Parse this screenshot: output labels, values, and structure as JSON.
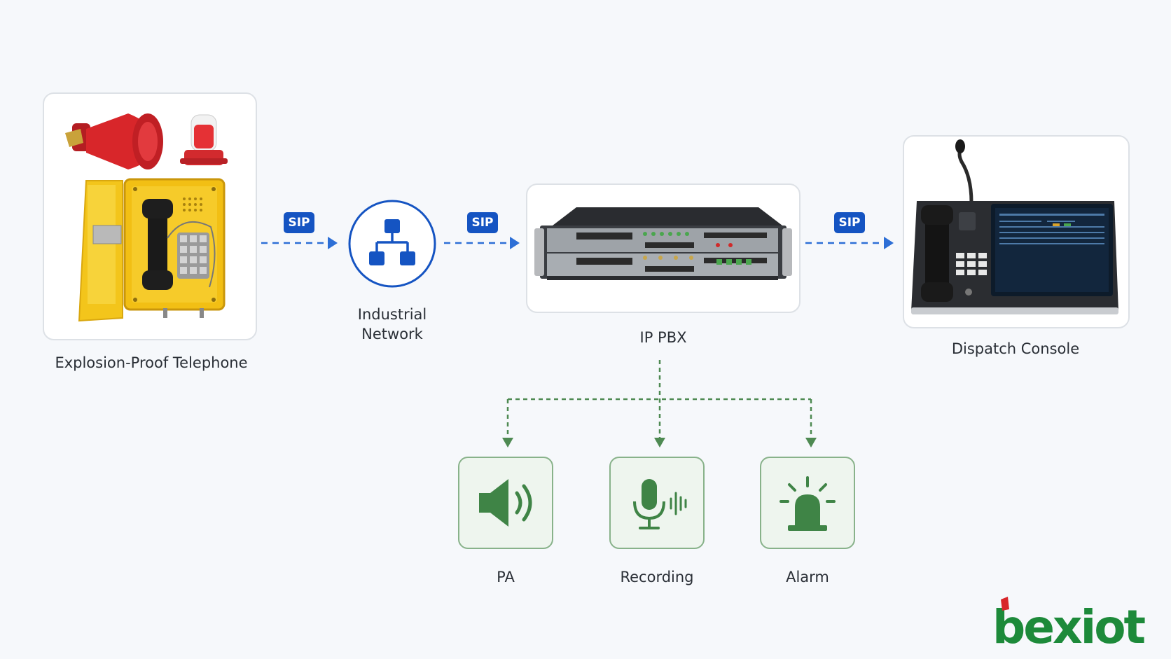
{
  "nodes": {
    "telephone": {
      "label": "Explosion-Proof Telephone"
    },
    "network": {
      "label_line1": "Industrial",
      "label_line2": "Network"
    },
    "pbx": {
      "label": "IP PBX"
    },
    "console": {
      "label": "Dispatch Console"
    }
  },
  "links": {
    "sip1": "SIP",
    "sip2": "SIP",
    "sip3": "SIP"
  },
  "services": {
    "pa": {
      "label": "PA",
      "icon": "speaker-icon"
    },
    "recording": {
      "label": "Recording",
      "icon": "microphone-icon"
    },
    "alarm": {
      "label": "Alarm",
      "icon": "beacon-icon"
    }
  },
  "brand": {
    "name": "bexiot",
    "colors": {
      "primary": "#1d8a3a",
      "accent": "#d8262a"
    }
  },
  "colors": {
    "sip": "#1554c2",
    "service_line": "#4e8a52",
    "service_fill": "#eef5ee"
  }
}
